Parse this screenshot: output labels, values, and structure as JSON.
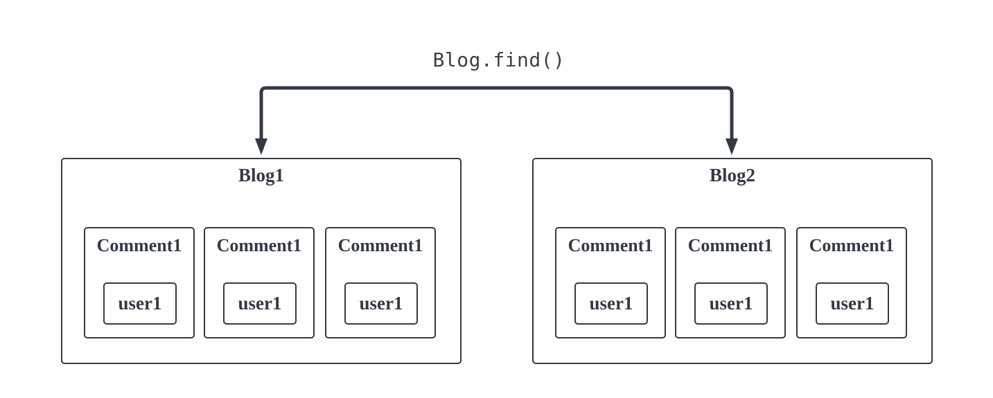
{
  "diagram": {
    "call_label": "Blog.find()",
    "blogs": [
      {
        "title": "Blog1",
        "comments": [
          {
            "title": "Comment1",
            "user": "user1"
          },
          {
            "title": "Comment1",
            "user": "user1"
          },
          {
            "title": "Comment1",
            "user": "user1"
          }
        ]
      },
      {
        "title": "Blog2",
        "comments": [
          {
            "title": "Comment1",
            "user": "user1"
          },
          {
            "title": "Comment1",
            "user": "user1"
          },
          {
            "title": "Comment1",
            "user": "user1"
          }
        ]
      }
    ]
  },
  "colors": {
    "stroke": "#343a45",
    "background": "#ffffff"
  }
}
